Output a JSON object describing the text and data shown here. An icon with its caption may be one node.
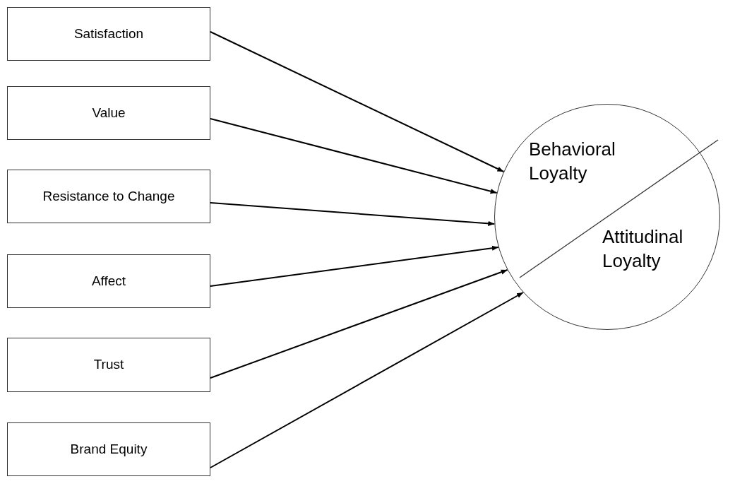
{
  "diagram": {
    "nodes": [
      {
        "text": [
          "Satisfaction"
        ]
      },
      {
        "text": [
          "Value"
        ]
      },
      {
        "text": [
          "Resistance to Change"
        ]
      },
      {
        "text": [
          "Affect"
        ]
      },
      {
        "text": [
          "Trust"
        ]
      },
      {
        "text": [
          "Brand Equity"
        ]
      },
      {
        "text": [
          "Behavioral Loyalty",
          "Attitudinal Loyalty"
        ]
      }
    ],
    "edges": [
      {
        "from": 0,
        "to": 6,
        "arrow": "to"
      },
      {
        "from": 1,
        "to": 6,
        "arrow": "to"
      },
      {
        "from": 2,
        "to": 6,
        "arrow": "to"
      },
      {
        "from": 3,
        "to": 6,
        "arrow": "to"
      },
      {
        "from": 4,
        "to": 6,
        "arrow": "to"
      },
      {
        "from": 5,
        "to": 6,
        "arrow": "to"
      }
    ]
  }
}
